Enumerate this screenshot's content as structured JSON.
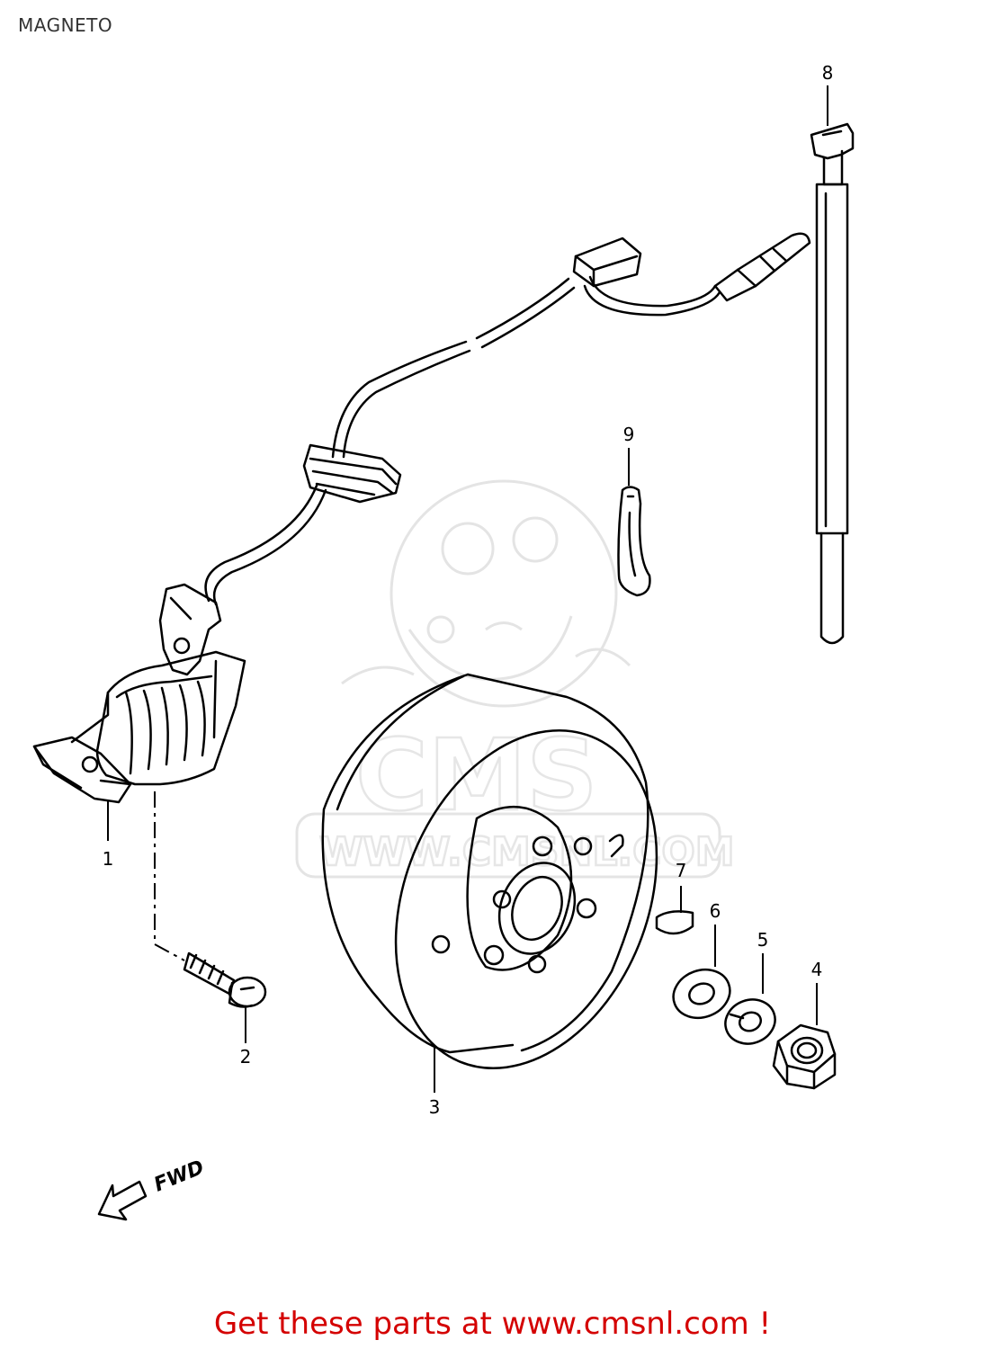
{
  "page": {
    "title": "MAGNETO",
    "footer": "Get these parts at www.cmsnl.com !"
  },
  "watermark": {
    "logo_text": "CMS",
    "url_text": "WWW.CMSNL.COM"
  },
  "direction": {
    "label": "FWD"
  },
  "callouts": [
    {
      "id": "1",
      "label": "1"
    },
    {
      "id": "2",
      "label": "2"
    },
    {
      "id": "3",
      "label": "3"
    },
    {
      "id": "4",
      "label": "4"
    },
    {
      "id": "5",
      "label": "5"
    },
    {
      "id": "6",
      "label": "6"
    },
    {
      "id": "7",
      "label": "7"
    },
    {
      "id": "8",
      "label": "8"
    },
    {
      "id": "9",
      "label": "9"
    }
  ]
}
